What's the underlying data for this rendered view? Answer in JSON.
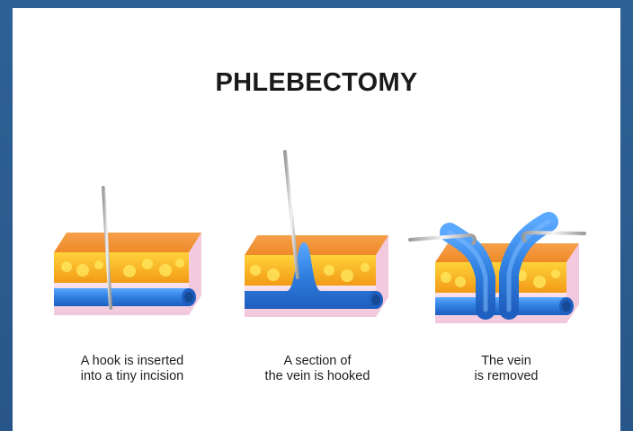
{
  "title": "PHLEBECTOMY",
  "steps": [
    {
      "caption_line1": "A hook is inserted",
      "caption_line2": "into a tiny incision"
    },
    {
      "caption_line1": "A section of",
      "caption_line2": "the vein is hooked"
    },
    {
      "caption_line1": "The vein",
      "caption_line2": "is removed"
    }
  ],
  "colors": {
    "frame": "#2e5d8f",
    "fat": "#f7a91c",
    "fat_top": "#f08a1c",
    "vein": "#2f7fe0",
    "tissue": "#f6d3e4",
    "hook": "#c8c8c8"
  }
}
